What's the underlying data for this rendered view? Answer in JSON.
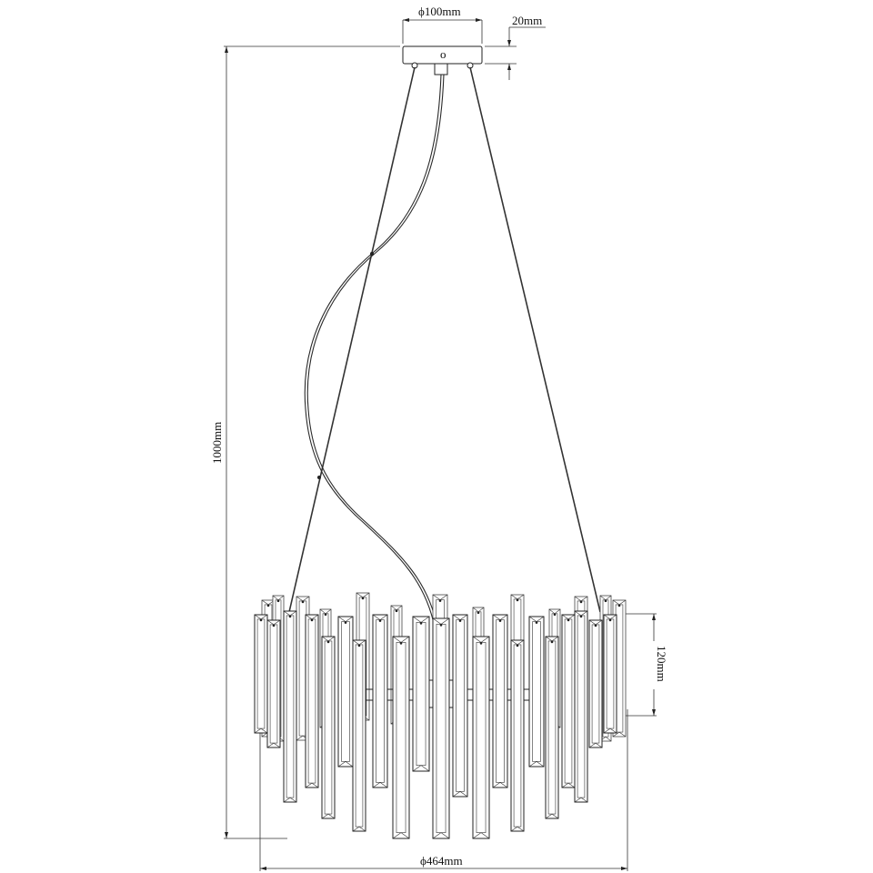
{
  "dimensions": {
    "canopy_diameter": "ϕ100mm",
    "canopy_height": "20mm",
    "overall_height": "1000mm",
    "crystal_height": "120mm",
    "body_diameter": "ϕ464mm"
  },
  "canopy_mark": "o",
  "colors": {
    "line": "#222222",
    "background": "#ffffff"
  }
}
